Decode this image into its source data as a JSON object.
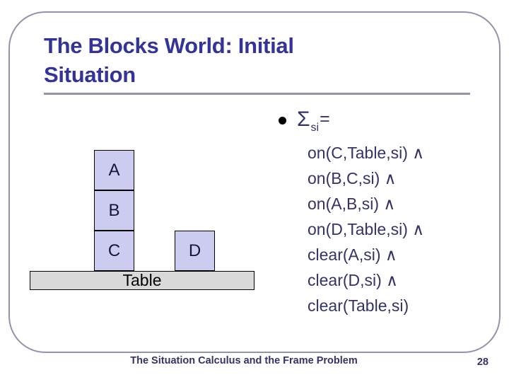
{
  "slide": {
    "title": "The Blocks World: Initial Situation"
  },
  "diagram": {
    "blocks": [
      {
        "label": "A"
      },
      {
        "label": "B"
      },
      {
        "label": "C"
      },
      {
        "label": "D"
      }
    ],
    "table_label": "Table"
  },
  "formula": {
    "bullet_icon": "filled-circle-bullet",
    "sigma": "Σ",
    "sigma_subscript": "si",
    "equals_sign": "=",
    "lines": [
      "on(C,Table,si) ∧",
      "on(B,C,si) ∧",
      "on(A,B,si) ∧",
      "on(D,Table,si) ∧",
      "clear(A,si) ∧",
      "clear(D,si) ∧",
      "clear(Table,si)"
    ]
  },
  "footer": {
    "title": "The Situation Calculus and the Frame Problem",
    "page_number": "28"
  },
  "colors": {
    "title_text": "#333399",
    "body_text": "#333366",
    "block_fill": "#ccccf0",
    "table_fill": "#d9d9d9",
    "frame_border": "#9494a8",
    "block_border": "#000000"
  }
}
